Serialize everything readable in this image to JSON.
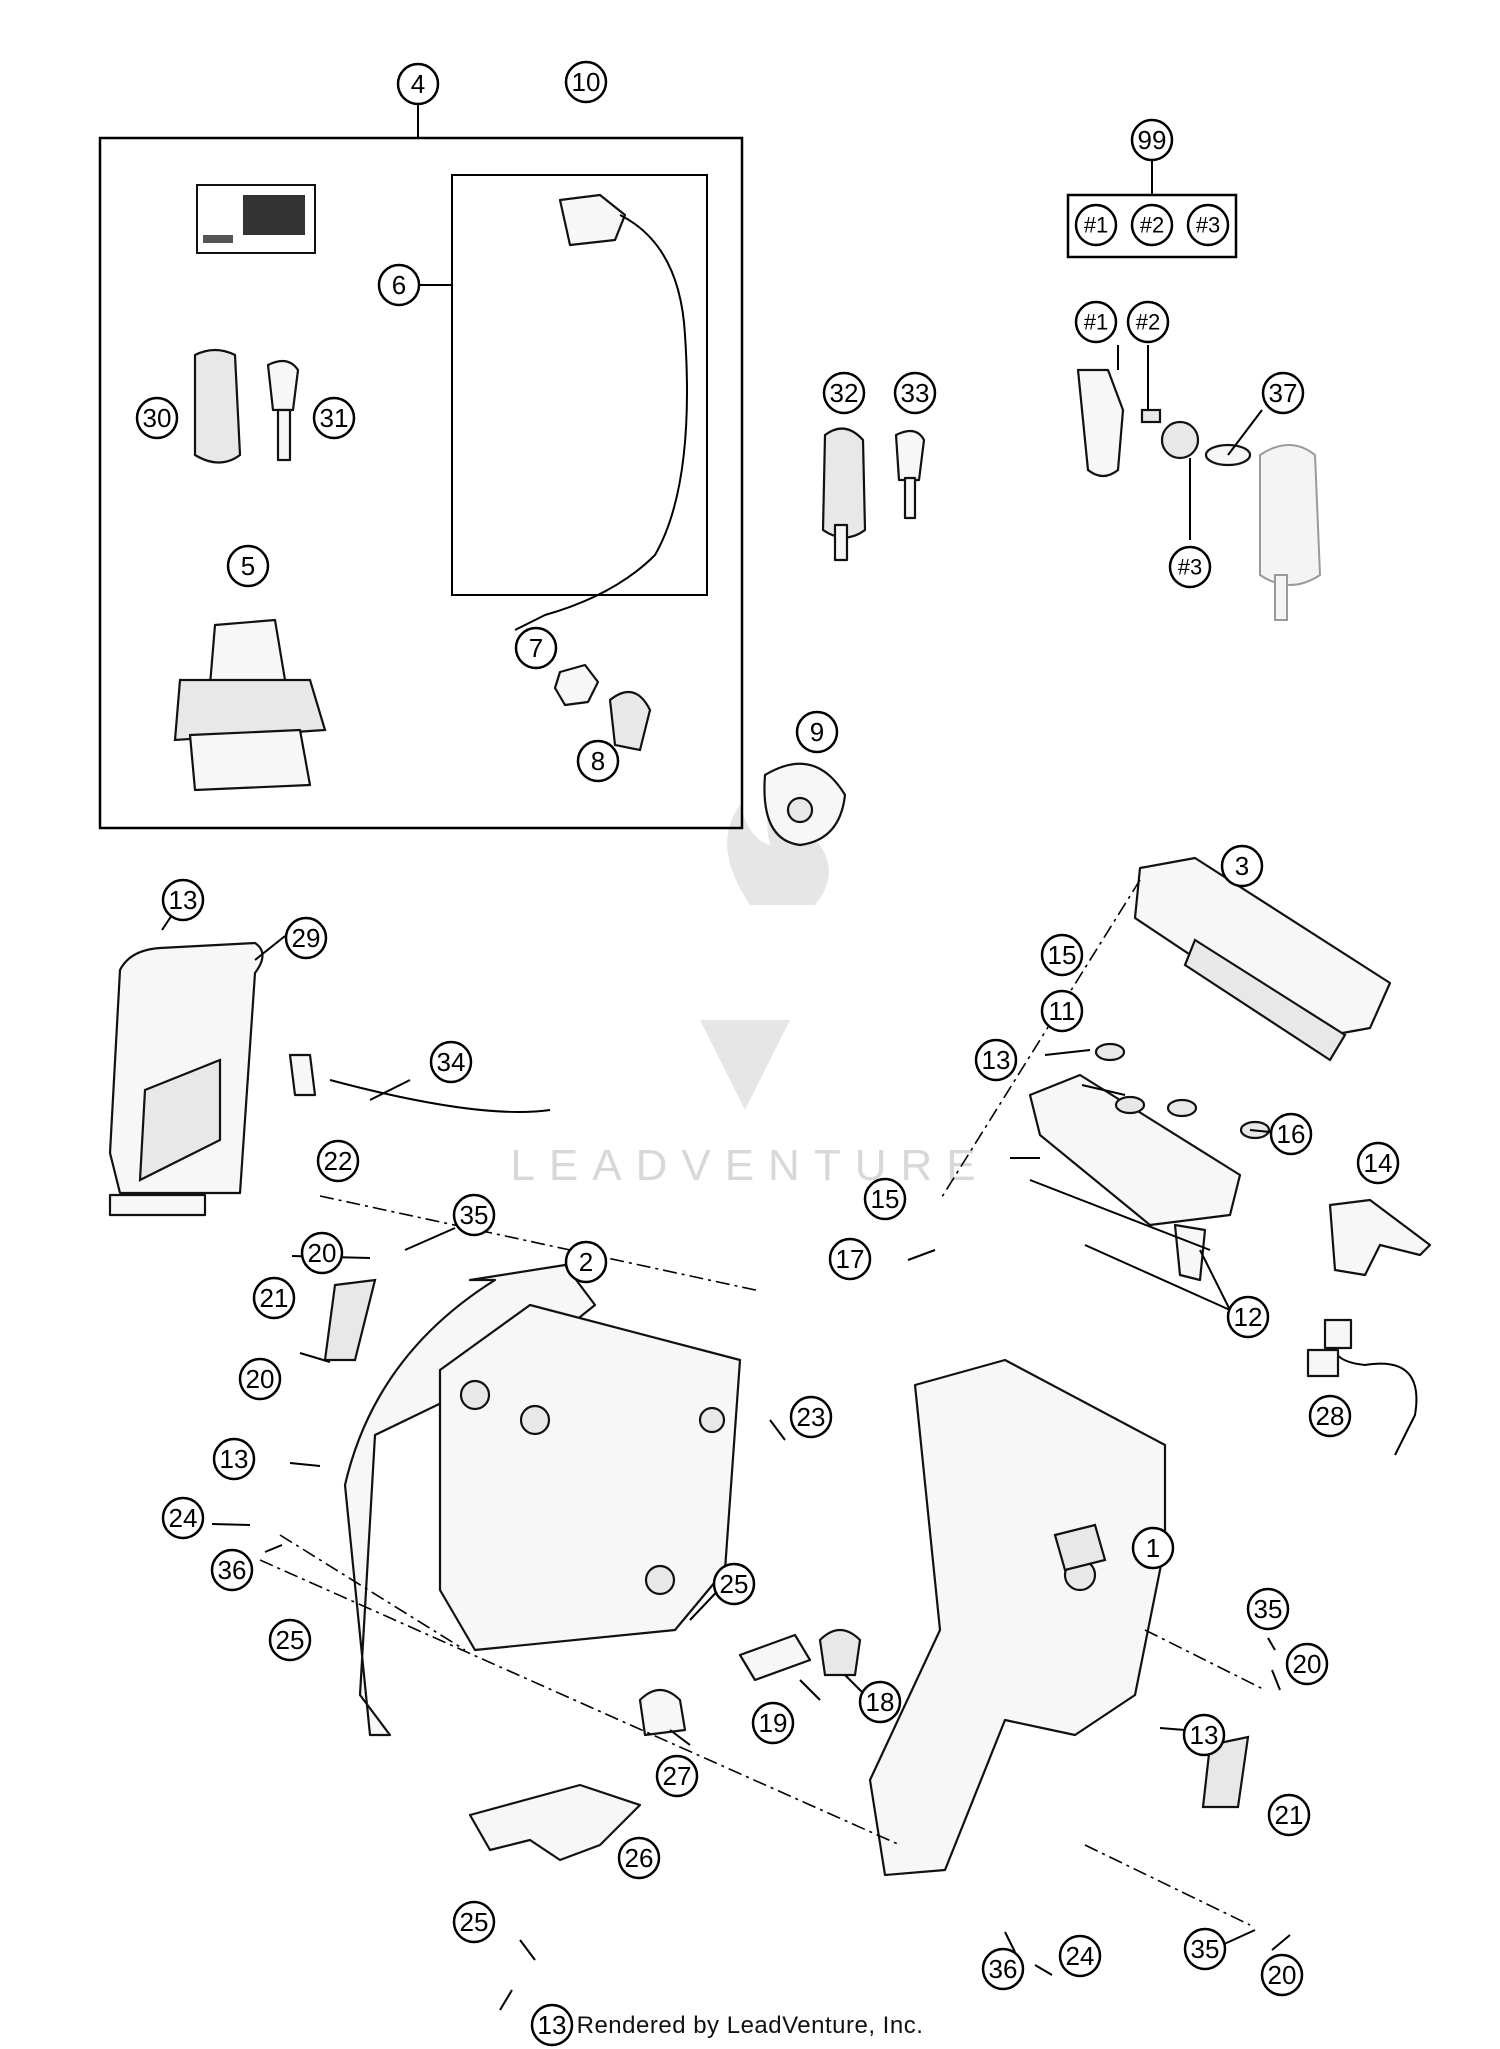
{
  "footer": "Rendered by LeadVenture, Inc.",
  "watermark": "LEADVENTURE",
  "callouts": [
    "4",
    "10",
    "99",
    "#1",
    "#2",
    "#3",
    "6",
    "30",
    "31",
    "32",
    "33",
    "#1",
    "#2",
    "37",
    "#3",
    "5",
    "7",
    "8",
    "9",
    "3",
    "13",
    "29",
    "15",
    "34",
    "11",
    "13",
    "16",
    "14",
    "22",
    "15",
    "35",
    "17",
    "12",
    "20",
    "2",
    "21",
    "28",
    "20",
    "23",
    "13",
    "24",
    "1",
    "36",
    "25",
    "25",
    "35",
    "20",
    "18",
    "19",
    "27",
    "13",
    "21",
    "26",
    "25",
    "36",
    "24",
    "35",
    "20",
    "13"
  ]
}
